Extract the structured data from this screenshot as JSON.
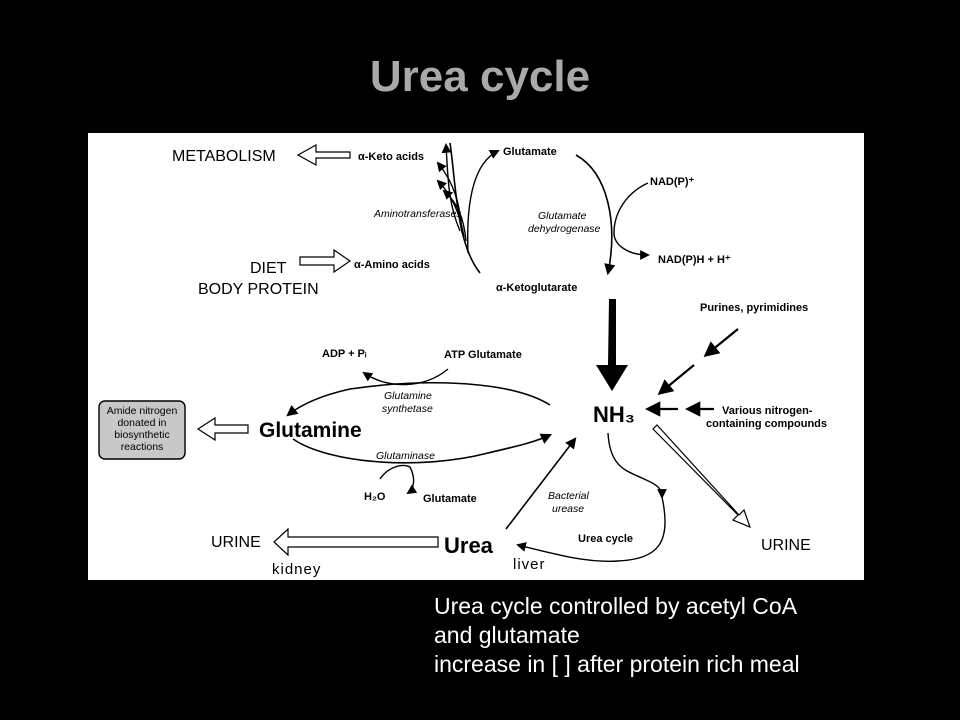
{
  "slide": {
    "title": "Urea cycle",
    "caption_lines": [
      "Urea cycle controlled by acetyl CoA",
      "and glutamate",
      "increase in [ ] after protein rich meal"
    ]
  },
  "diagram": {
    "metabolism": "METABOLISM",
    "keto_acids": "α-Keto acids",
    "glutamate_top": "Glutamate",
    "nadp": "NAD(P)⁺",
    "aminotransferases": "Aminotransferases",
    "gdh_line1": "Glutamate",
    "gdh_line2": "dehydrogenase",
    "diet": "DIET",
    "body_protein": "BODY PROTEIN",
    "amino_acids": "α-Amino acids",
    "nadph": "NAD(P)H + H⁺",
    "ketoglutarate": "α-Ketoglutarate",
    "purines": "Purines, pyrimidines",
    "adp_pi": "ADP + Pᵢ",
    "atp_glutamate": "ATP  Glutamate",
    "gs_line1": "Glutamine",
    "gs_line2": "synthetase",
    "amide_line1": "Amide nitrogen",
    "amide_line2": "donated in",
    "amide_line3": "biosynthetic",
    "amide_line4": "reactions",
    "glutamine": "Glutamine",
    "nh3": "NH₃",
    "various_line1": "Various nitrogen-",
    "various_line2": "containing compounds",
    "glutaminase": "Glutaminase",
    "h2o": "H₂O",
    "glutamate_bottom": "Glutamate",
    "bacterial_line1": "Bacterial",
    "bacterial_line2": "urease",
    "urea_cycle": "Urea cycle",
    "urine_left": "URINE",
    "urea": "Urea",
    "urine_right": "URINE",
    "kidney": "kidney",
    "liver": "liver"
  },
  "colors": {
    "background": "#000000",
    "title": "#a9a9a9",
    "panel": "#ffffff",
    "amide_box": "#c8c8c8",
    "liver_kidney_label": "#555555"
  }
}
